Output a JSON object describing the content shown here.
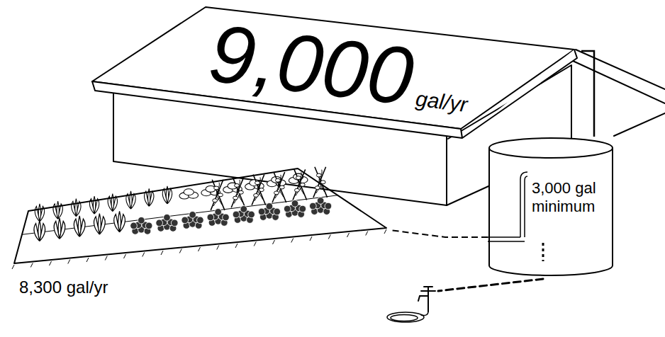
{
  "diagram": {
    "nodes": [
      {
        "text": [
          "9,000",
          "gal/yr"
        ]
      },
      {
        "text": [
          "3,000 gal minimum"
        ]
      },
      {
        "text": [
          "8,300 gal/yr"
        ]
      }
    ],
    "edges": [
      {
        "from": 0,
        "to": 1,
        "arrow": "none"
      },
      {
        "from": 1,
        "to": 2,
        "arrow": "none"
      }
    ]
  }
}
